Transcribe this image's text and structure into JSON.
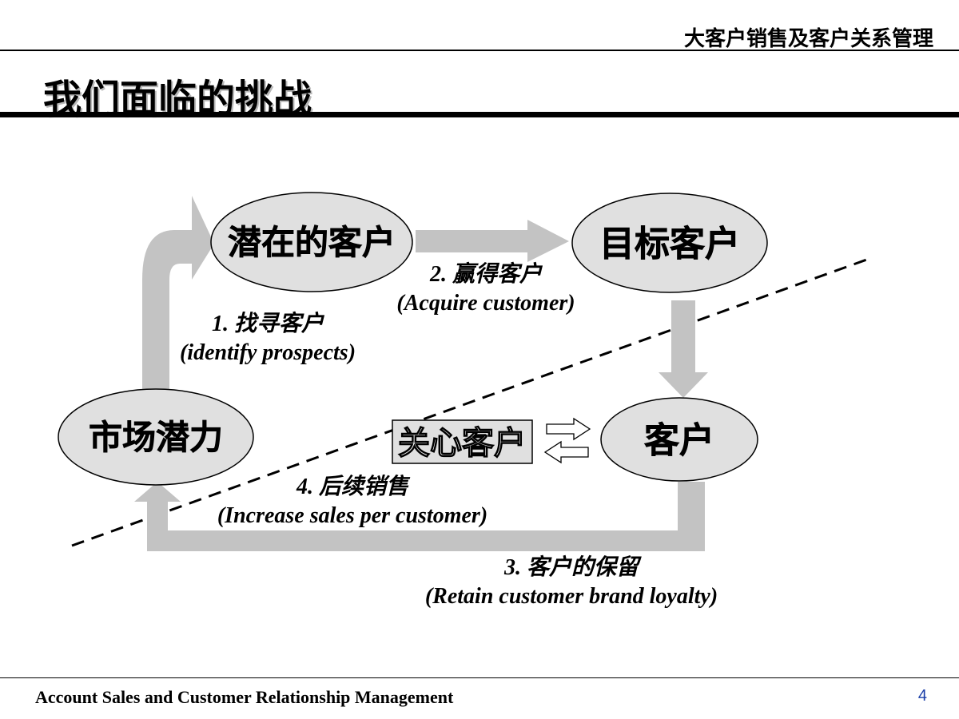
{
  "header": {
    "title": "大客户销售及客户关系管理"
  },
  "slide": {
    "title": "我们面临的挑战"
  },
  "nodes": {
    "potential_customer": "潜在的客户",
    "target_customer": "目标客户",
    "market_potential": "市场潜力",
    "customer": "客户",
    "care_customer": "关心客户"
  },
  "steps": {
    "s1_cn": "1. 找寻客户",
    "s1_en": "(identify prospects)",
    "s2_cn": "2. 赢得客户",
    "s2_en": "(Acquire customer)",
    "s3_cn": "3. 客户的保留",
    "s3_en": "(Retain customer brand loyalty)",
    "s4_cn": "4. 后续销售",
    "s4_en": "(Increase sales per customer)"
  },
  "footer": {
    "text": "Account Sales and Customer Relationship Management",
    "page_number": "4"
  }
}
